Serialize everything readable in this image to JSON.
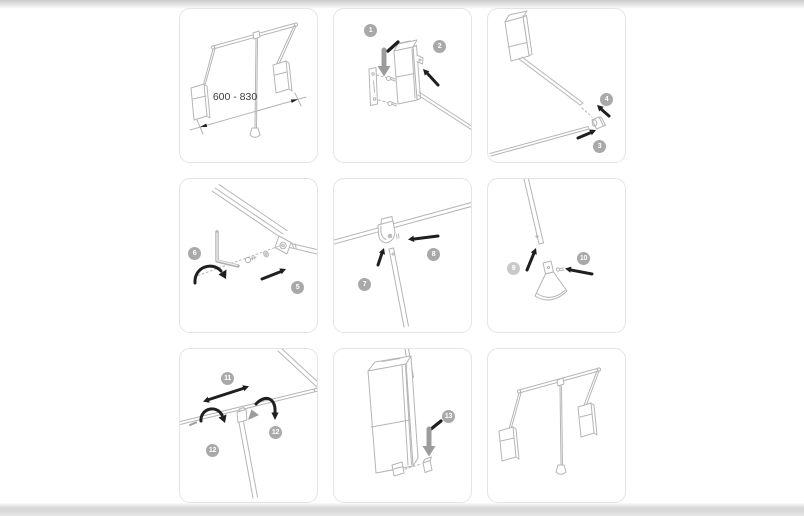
{
  "page": {
    "background": "#ffffff",
    "top_bar_color": "#d6d6d6",
    "bottom_bar_color": "#dcdcdc"
  },
  "style": {
    "line_color": "#b5b5b5",
    "arrow_black": "#1f1f1f",
    "arrow_gray": "#9c9c9c",
    "badge_gray": "#a9a9a9",
    "badge_light_gray": "#c9c9c9",
    "panel_border": "#e4e4e4"
  },
  "panels": [
    {
      "name": "overview-dimensions",
      "dimension_label": "600 - 830"
    },
    {
      "name": "mount-wall-plate-and-side-unit",
      "steps": [
        "1",
        "2"
      ]
    },
    {
      "name": "attach-rod-connector",
      "steps": [
        "3",
        "4"
      ]
    },
    {
      "name": "fix-pivot-screw-with-allen-key",
      "steps": [
        "5",
        "6"
      ]
    },
    {
      "name": "attach-center-support-clamp",
      "steps": [
        "7",
        "8"
      ]
    },
    {
      "name": "attach-pull-handle-cone",
      "steps": [
        "9",
        "10"
      ]
    },
    {
      "name": "adjust-center-support",
      "steps": [
        "11",
        "12",
        "12"
      ]
    },
    {
      "name": "attach-cover-cap",
      "steps": [
        "13"
      ]
    },
    {
      "name": "final-assembly"
    }
  ]
}
